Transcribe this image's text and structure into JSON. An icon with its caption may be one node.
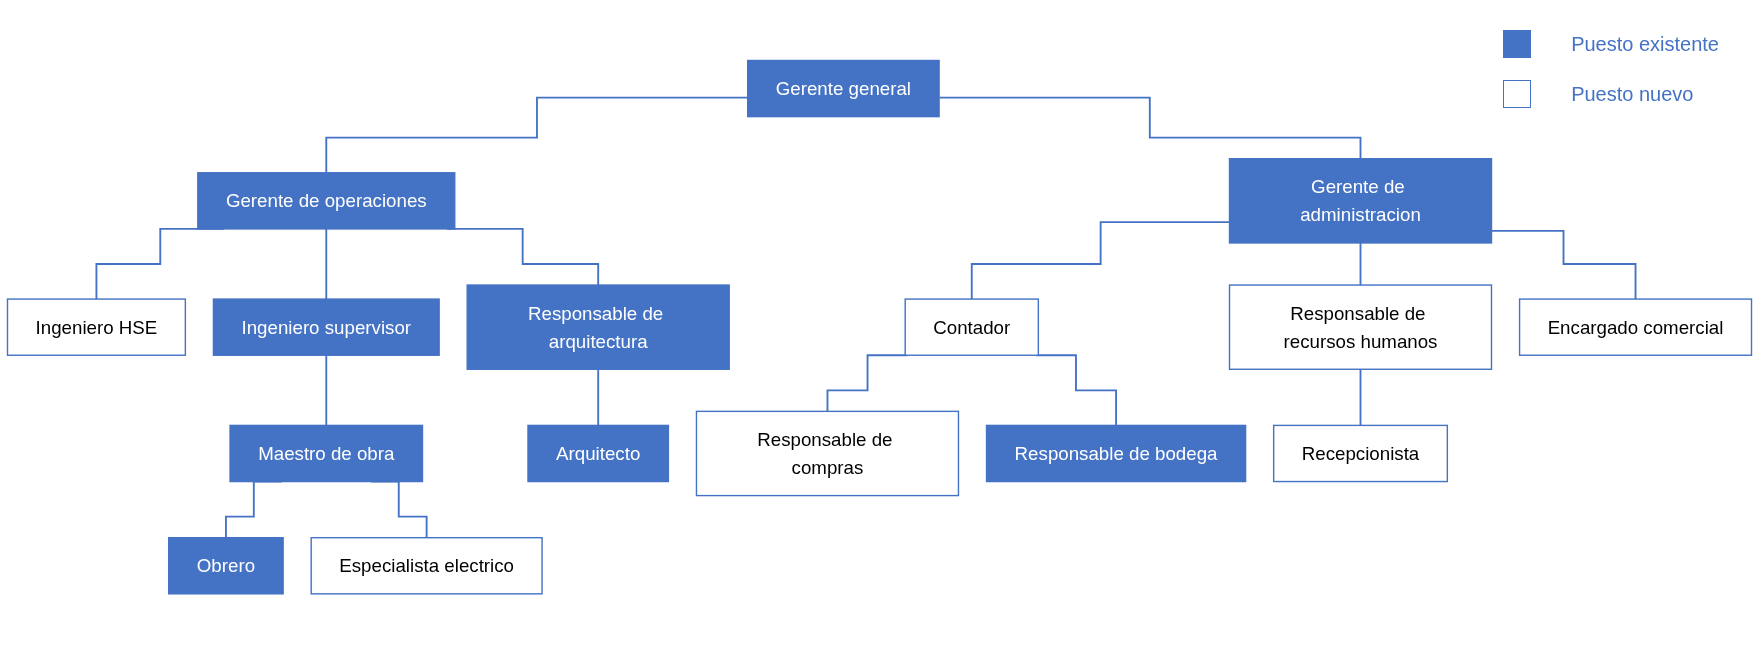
{
  "diagram": {
    "nodes": [
      {
        "text": [
          "Gerente general"
        ]
      },
      {
        "text": [
          "Gerente de operaciones"
        ]
      },
      {
        "text": [
          "Gerente de administracion"
        ]
      },
      {
        "text": [
          "Ingeniero HSE"
        ]
      },
      {
        "text": [
          "Ingeniero supervisor"
        ]
      },
      {
        "text": [
          "Responsable de arquitectura"
        ]
      },
      {
        "text": [
          "Responsable de recursos humanos"
        ]
      },
      {
        "text": [
          "Contador"
        ]
      },
      {
        "text": [
          "Encargado comercial"
        ]
      },
      {
        "text": [
          "Maestro de obra"
        ]
      },
      {
        "text": [
          "Arquitecto"
        ]
      },
      {
        "text": [
          "Responsable de compras"
        ]
      },
      {
        "text": [
          "Responsable de bodega"
        ]
      },
      {
        "text": [
          "Obrero"
        ]
      },
      {
        "text": [
          "Especialista electrico"
        ]
      },
      {
        "text": [
          "Recepcionista"
        ]
      }
    ],
    "edges": [
      {
        "from": 0,
        "to": 1,
        "arrow": "none"
      },
      {
        "from": 0,
        "to": 2,
        "arrow": "none"
      },
      {
        "from": 1,
        "to": 3,
        "arrow": "none"
      },
      {
        "from": 1,
        "to": 4,
        "arrow": "none"
      },
      {
        "from": 1,
        "to": 5,
        "arrow": "none"
      },
      {
        "from": 2,
        "to": 6,
        "arrow": "none"
      },
      {
        "from": 2,
        "to": 7,
        "arrow": "none"
      },
      {
        "from": 2,
        "to": 8,
        "arrow": "none"
      },
      {
        "from": 4,
        "to": 9,
        "arrow": "none"
      },
      {
        "from": 5,
        "to": 10,
        "arrow": "none"
      },
      {
        "from": 7,
        "to": 11,
        "arrow": "none"
      },
      {
        "from": 7,
        "to": 12,
        "arrow": "none"
      },
      {
        "from": 9,
        "to": 13,
        "arrow": "none"
      },
      {
        "from": 9,
        "to": 14,
        "arrow": "none"
      },
      {
        "from": 6,
        "to": 15,
        "arrow": "none"
      }
    ],
    "legend": [
      {
        "text": "Puesto existente",
        "color": "#4472c4"
      },
      {
        "text": "Puesto nuevo",
        "color": "#ffffff"
      }
    ]
  }
}
